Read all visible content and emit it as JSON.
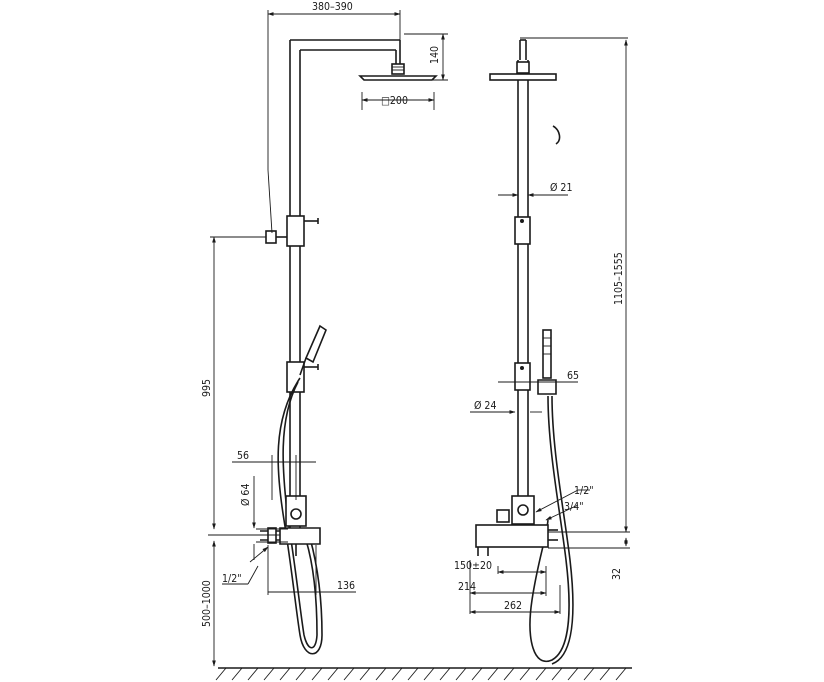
{
  "dimensions": {
    "top_reach": "380–390",
    "head_height": "140",
    "head_size": "□200",
    "left_height": "995",
    "bracket_width": "56",
    "bracket_dia": "Ø 64",
    "left_thread": "1/2\"",
    "spout_length": "136",
    "mount_height": "500–1000",
    "pipe_dia_top": "Ø 21",
    "total_height": "1105–1555",
    "holder_offset": "65",
    "pipe_dia_low": "Ø 24",
    "right_thread_a": "1/2\"",
    "right_thread_b": "3/4\"",
    "centers": "150±20",
    "spout_projection": "214",
    "overall_width": "262",
    "body_height": "32"
  }
}
